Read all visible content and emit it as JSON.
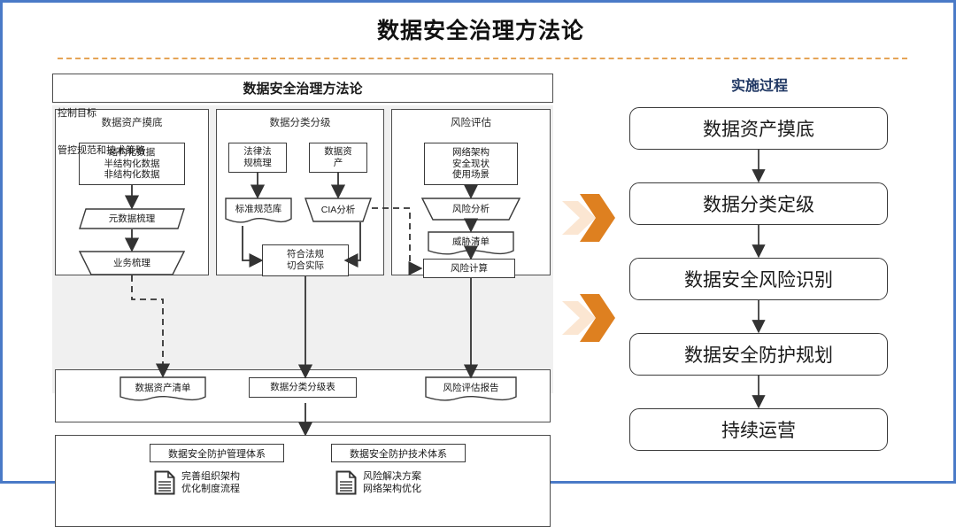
{
  "page": {
    "title": "数据安全治理方法论",
    "frame_color": "#4a7ac7",
    "rule_color": "#e5a457",
    "accent_orange": "#de8020",
    "accent_orange_pale": "#fbe6d2",
    "right_title_color": "#203864"
  },
  "left_panel": {
    "header": "数据安全治理方法论",
    "columns": [
      {
        "title": "数据资产摸底",
        "nodes": [
          {
            "id": "c1n1",
            "shape": "rect",
            "label": "结构化数据\n半结构化数据\n非结构化数据"
          },
          {
            "id": "c1n2",
            "shape": "parallelogram",
            "label": "元数据梳理"
          },
          {
            "id": "c1n3",
            "shape": "trapezoid",
            "label": "业务梳理"
          }
        ]
      },
      {
        "title": "数据分类分级",
        "nodes": [
          {
            "id": "c2n1",
            "shape": "rect",
            "label": "法律法\n规梳理"
          },
          {
            "id": "c2n2",
            "shape": "rect",
            "label": "数据资\n产"
          },
          {
            "id": "c2n3",
            "shape": "document",
            "label": "标准规范库"
          },
          {
            "id": "c2n4",
            "shape": "trapezoid",
            "label": "CIA分析"
          },
          {
            "id": "c2n5",
            "shape": "rect",
            "label": "符合法规\n切合实际"
          }
        ]
      },
      {
        "title": "风险评估",
        "nodes": [
          {
            "id": "c3n1",
            "shape": "rect",
            "label": "网络架构\n安全现状\n使用场景"
          },
          {
            "id": "c3n2",
            "shape": "trapezoid",
            "label": "风险分析"
          },
          {
            "id": "c3n3",
            "shape": "document",
            "label": "威胁清单"
          },
          {
            "id": "c3n4",
            "shape": "rect",
            "label": "风险计算"
          }
        ]
      }
    ],
    "control_row": {
      "label": "控制目标",
      "items": [
        {
          "id": "ctrl1",
          "shape": "document",
          "label": "数据资产清单"
        },
        {
          "id": "ctrl2",
          "shape": "rect",
          "label": "数据分类分级表"
        },
        {
          "id": "ctrl3",
          "shape": "document",
          "label": "风险评估报告"
        }
      ]
    },
    "bottom_row": {
      "label": "管控规范和技术策略",
      "systems": [
        {
          "id": "sys1",
          "label": "数据安全防护管理体系"
        },
        {
          "id": "sys2",
          "label": "数据安全防护技术体系"
        }
      ],
      "details": [
        {
          "id": "det1",
          "icon": "document-icon",
          "line1": "完善组织架构",
          "line2": "优化制度流程"
        },
        {
          "id": "det2",
          "icon": "document-icon",
          "line1": "风险解决方案",
          "line2": "网络架构优化"
        }
      ]
    }
  },
  "chevrons": [
    {
      "id": "chevron-upper",
      "name": "double-chevron-right-icon"
    },
    {
      "id": "chevron-lower",
      "name": "double-chevron-right-icon"
    }
  ],
  "right_panel": {
    "title": "实施过程",
    "steps": [
      {
        "id": "step1",
        "label": "数据资产摸底"
      },
      {
        "id": "step2",
        "label": "数据分类定级"
      },
      {
        "id": "step3",
        "label": "数据安全风险识别"
      },
      {
        "id": "step4",
        "label": "数据安全防护规划"
      },
      {
        "id": "step5",
        "label": "持续运营"
      }
    ]
  }
}
